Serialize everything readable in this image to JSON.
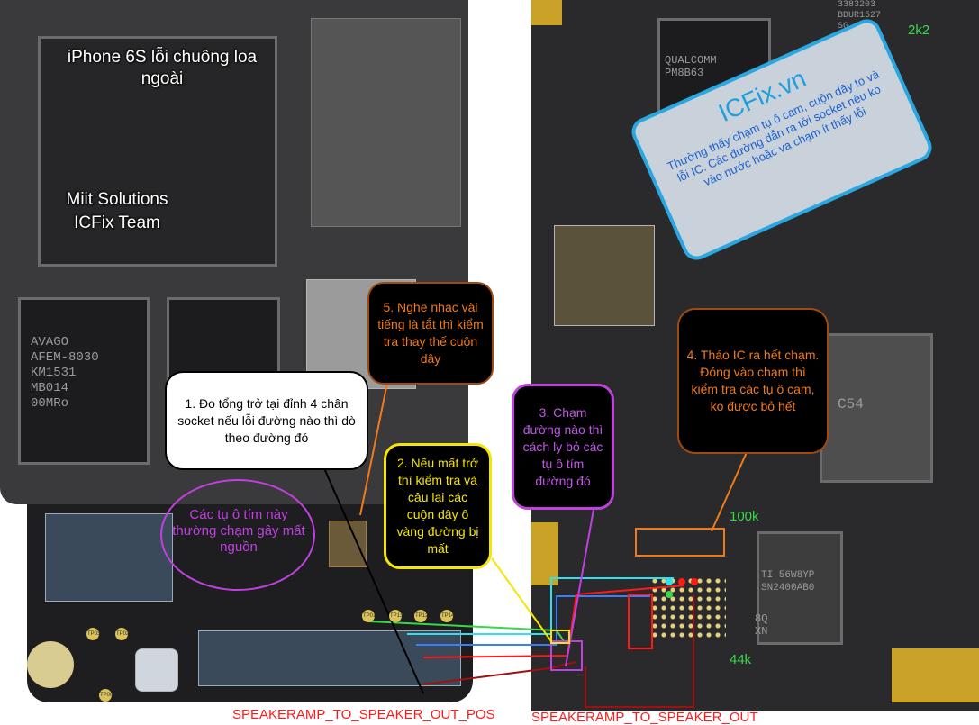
{
  "photo_title": "iPhone 6S lỗi chuông loa ngoài",
  "credit": {
    "line1": "Miit Solutions",
    "line2": "ICFix Team"
  },
  "brand_card": {
    "title": "ICFix.vn",
    "body": "Thường thấy chạm tụ ô cam, cuộn dây to và lỗi IC. Các đường dẫn ra tới socket nếu ko vào nước hoặc va chạm ít thấy lỗi"
  },
  "notes": {
    "step1": "1. Đo tổng trở tại đỉnh 4 chân socket nếu lỗi đường nào thì dò theo đường đó",
    "step2": "2. Nếu mất trở thì kiểm tra và câu lại các cuộn dây ô vàng đường bị mất",
    "step3": "3. Chạm đường nào thì cách ly bỏ các tụ ô tím đường đó",
    "step4": "4. Tháo IC ra hết chạm. Đóng vào chạm thì kiểm tra các tụ ô cam, ko được bỏ hết",
    "step5": "5. Nghe nhạc vài tiếng là tắt thì kiểm tra thay thế cuộn dây",
    "purple_caps": "Các tụ ô tím này thường chạm gây mất nguồn"
  },
  "resistance_labels": {
    "r1": "2k2",
    "r2": "100k",
    "r3": "44k"
  },
  "signals": {
    "pos": "SPEAKERAMP_TO_SPEAKER_OUT_POS",
    "neg": "SPEAKERAMP_TO_SPEAKER_OUT"
  },
  "chip_markings": {
    "avago": "AVAGO\nAFEM-8030\nKM1531\nMB014\n00MRo",
    "qualcomm": "QUALCOMM\nPM8B63",
    "ti": "TI 56W8YP\nSN2400AB0",
    "c54": "C54",
    "lower_right": "8Q\nXN",
    "top_right": "3383203\nBDUR1527\nSG"
  },
  "test_points": [
    "TP01",
    "TP13",
    "TP12",
    "TP14",
    "TP03",
    "TP02",
    "TP00"
  ],
  "colors": {
    "annotation_orange": "#f07a1a",
    "annotation_yellow": "#f5e600",
    "annotation_purple": "#c040e0",
    "signal_red": "#ff1a1a",
    "resistance_green": "#38d84a",
    "brand_blue": "#1e9fe0"
  }
}
